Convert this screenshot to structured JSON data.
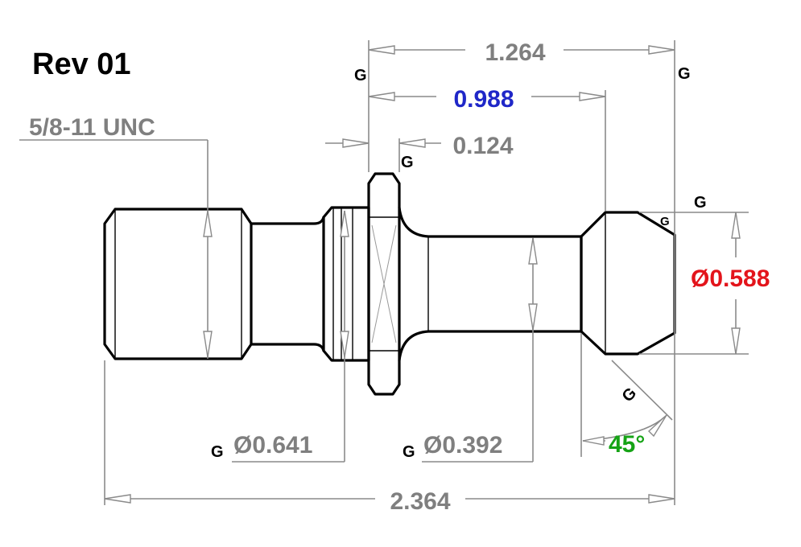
{
  "revision": "Rev 01",
  "thread_callout": "5/8-11 UNC",
  "gdt_symbol": "G",
  "dimensions": {
    "overall_length": "2.364",
    "flange_to_end": "1.264",
    "flange_to_head": "0.988",
    "flange_thickness": "0.124",
    "head_diameter": "Ø0.588",
    "collar_diameter": "Ø0.641",
    "shank_diameter": "Ø0.392",
    "chamfer_angle": "45°"
  },
  "colors": {
    "default_dim": "#7f7f7f",
    "highlight_blue": "#1f27c8",
    "highlight_red": "#e3141b",
    "highlight_green": "#16a316",
    "outline": "#000000"
  }
}
